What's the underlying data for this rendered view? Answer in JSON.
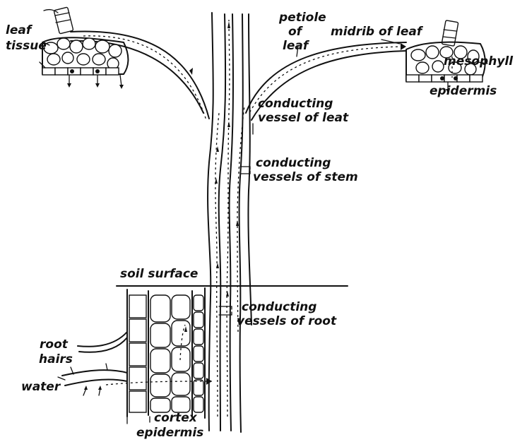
{
  "labels": {
    "leaf_tissue_line1": "leaf",
    "leaf_tissue_line2": "tissue",
    "petiole_line1": "petiole",
    "petiole_line2": "of",
    "petiole_line3": "leaf",
    "midrib": "midrib of leaf",
    "mesophyll": "mesophyll",
    "epidermis_leaf": "epidermis",
    "conducting_leaf_line1": "conducting",
    "conducting_leaf_line2": "vessel of leat",
    "conducting_stem_line1": "conducting",
    "conducting_stem_line2": "vessels of stem",
    "soil_surface": "soil surface",
    "conducting_root_line1": "conducting",
    "conducting_root_line2": "vessels of root",
    "root_hairs_line1": "root",
    "root_hairs_line2": "hairs",
    "water": "water",
    "cortex": "cortex",
    "epidermis_root": "epidermis"
  },
  "colors": {
    "ink": "#111111",
    "background": "#ffffff"
  }
}
